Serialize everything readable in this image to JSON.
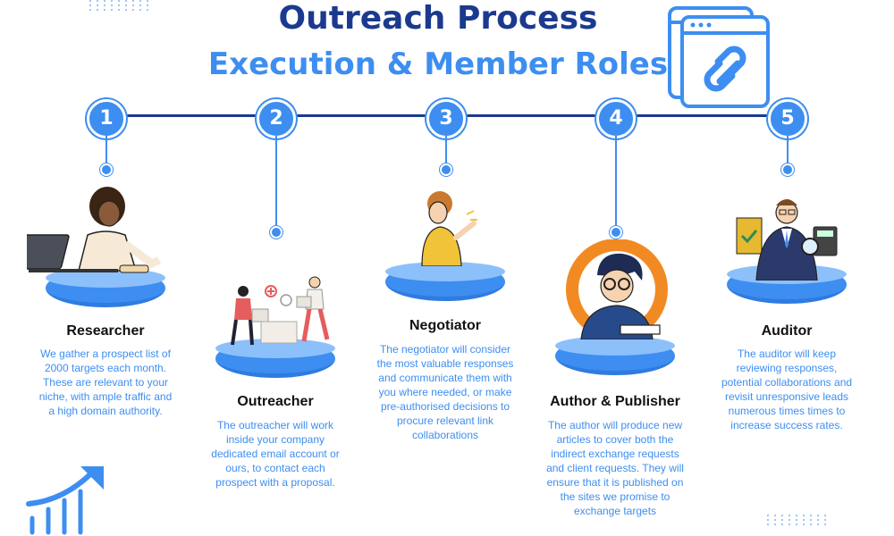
{
  "title": {
    "line1": "Outreach Process",
    "line2": "Execution & Member Roles"
  },
  "icons": {
    "header": "browser-link-icon",
    "growth": "growth-chart-icon"
  },
  "colors": {
    "navy": "#1b3a8f",
    "accent": "#3d8ef0",
    "disc_top": "#8cc0fb"
  },
  "steps": [
    {
      "number": "1",
      "role": "Researcher",
      "illustration": "researcher-illustration",
      "description": "We gather a prospect list of 2000 targets each month. These are relevant to your niche, with ample traffic and a high domain authority."
    },
    {
      "number": "2",
      "role": "Outreacher",
      "illustration": "outreacher-illustration",
      "description": "The outreacher will work inside your company dedicated email account or ours, to contact each prospect with a proposal."
    },
    {
      "number": "3",
      "role": "Negotiator",
      "illustration": "negotiator-illustration",
      "description": "The negotiator will consider the most valuable responses and communicate them with you where needed, or make pre-authorised decisions to procure relevant link collaborations"
    },
    {
      "number": "4",
      "role": "Author & Publisher",
      "illustration": "author-illustration",
      "description": "The author will produce new articles to cover both the indirect exchange requests and client requests. They will ensure that it is published on the sites we promise to exchange targets"
    },
    {
      "number": "5",
      "role": "Auditor",
      "illustration": "auditor-illustration",
      "description": "The auditor will keep reviewing responses, potential collaborations and revisit unresponsive leads numerous times times to increase success rates."
    }
  ]
}
